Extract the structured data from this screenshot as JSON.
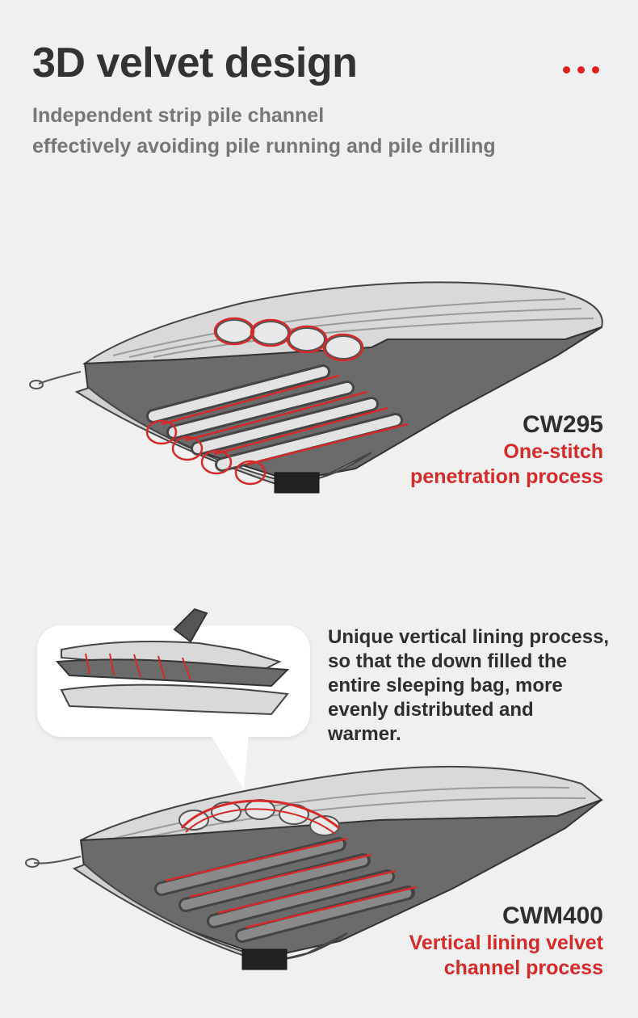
{
  "header": {
    "title": "3D velvet design",
    "subtitle_lines": [
      "Independent strip pile channel",
      "effectively avoiding pile running and pile drilling"
    ]
  },
  "section1": {
    "model": "CW295",
    "description_lines": [
      "One-stitch",
      "penetration process"
    ]
  },
  "section2": {
    "info_lines": [
      "Unique vertical lining process,",
      "so that the down filled the",
      "entire sleeping bag, more",
      "evenly distributed and",
      "warmer."
    ],
    "model": "CWM400",
    "description_lines": [
      "Vertical lining velvet",
      "channel process"
    ]
  },
  "colors": {
    "accent_red": "#d42a2a",
    "dots_red": "#e02020",
    "heading": "#333333",
    "subtitle": "#777777",
    "background": "#f0f0f0"
  }
}
